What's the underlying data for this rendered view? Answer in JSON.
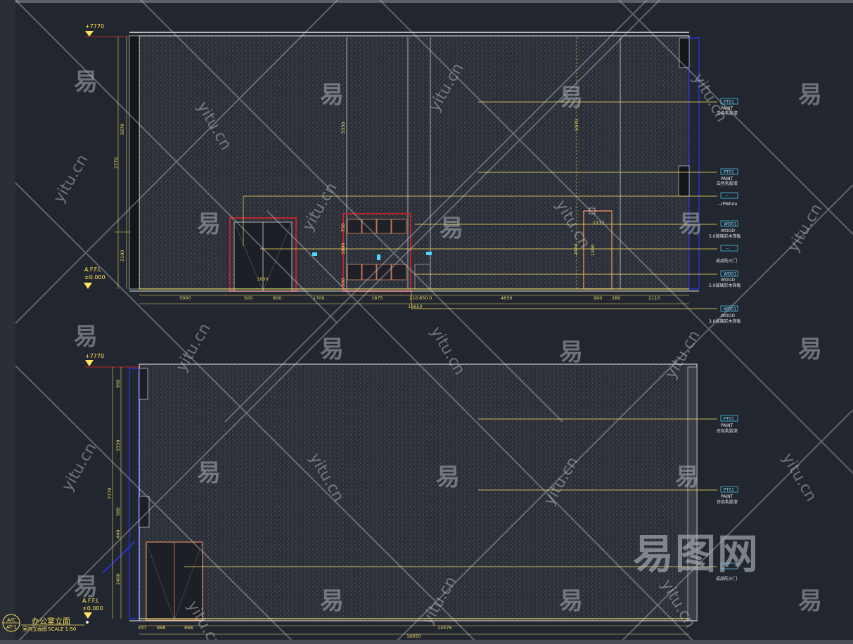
{
  "levels": {
    "top": "+7770",
    "floor_a": "A.F.F.L",
    "floor_b": "±0.000"
  },
  "elevation_a": {
    "callouts": [
      {
        "code": "PT01",
        "l1": "PAINT",
        "l2": "白色乳胶漆"
      },
      {
        "code": "PT01",
        "l1": "PAINT",
        "l2": "白色乳胶漆"
      },
      {
        "code": "--",
        "l1": "--",
        "l2": "--/PWhite"
      },
      {
        "code": "WD01",
        "l1": "WOOD",
        "l2": "5.0玻璃实木饰板"
      },
      {
        "code": "--",
        "l1": "",
        "l2": "成品防火门"
      },
      {
        "code": "WD01",
        "l1": "WOOD",
        "l2": "5.0玻璃实木饰板"
      },
      {
        "code": "WD01",
        "l1": "WOOD",
        "l2": "3.0玻璃实木饰板"
      }
    ],
    "vert_dims": [
      "2770",
      "5870",
      "2100",
      "5350",
      "5970",
      "2400",
      "750",
      "1800",
      "500"
    ],
    "door_labels": [
      "1600",
      "2137",
      "1200"
    ],
    "bottom_dims": [
      "5900",
      "500",
      "800",
      "1700",
      "1875",
      "210",
      "850",
      "0",
      "4656",
      "900",
      "280",
      "2110"
    ],
    "total": "16650"
  },
  "elevation_b": {
    "callouts": [
      {
        "code": "PT01",
        "l1": "PAINT",
        "l2": "白色乳胶漆"
      },
      {
        "code": "PT01",
        "l1": "PAINT",
        "l2": "白色乳胶漆"
      },
      {
        "code": "--",
        "l1": "",
        "l2": "成品防火门"
      }
    ],
    "vert_dims": [
      "950",
      "3330",
      "7770",
      "580",
      "440",
      "2400"
    ],
    "bottom_dims": [
      "337",
      "868",
      "868",
      "14576"
    ],
    "total": "16650"
  },
  "title_block": {
    "badge_top": "A/C",
    "badge_bottom": "AT-1",
    "title": "办公室立面",
    "subtitle": "室内立面图",
    "scale": "SCALE 1:50"
  },
  "watermark": {
    "logo": "易图网",
    "char": "易",
    "site": "yitu.cn"
  },
  "colors": {
    "background": "#22262e",
    "wall_fill": "#2b3038",
    "dimension": "#e8d86a",
    "leader": "#ffe45c",
    "outline": "#e9e9e9",
    "door_red": "#c0242a",
    "column_blue": "#2433c8",
    "door_orange": "#e08a5a"
  }
}
